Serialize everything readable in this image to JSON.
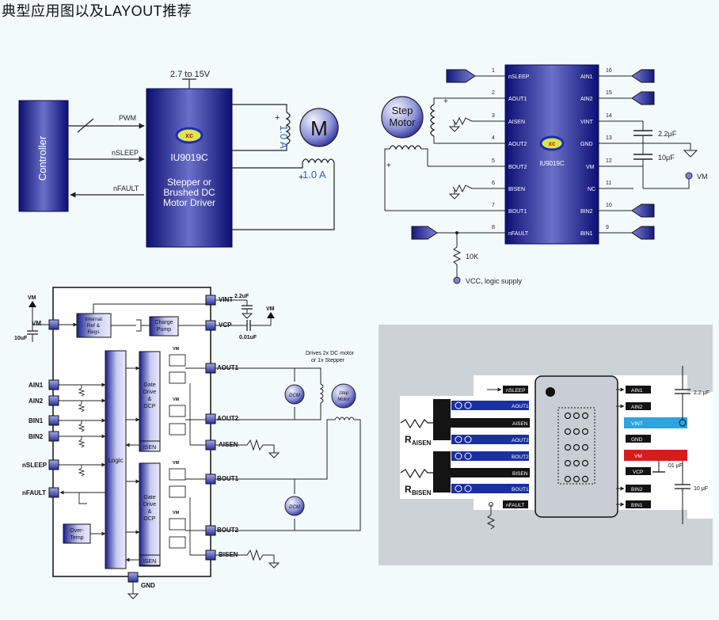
{
  "page": {
    "title": "典型应用图以及LAYOUT推荐"
  },
  "block_diagram": {
    "controller": "Controller",
    "supply": "2.7 to 15V",
    "signals": [
      "PWM",
      "nSLEEP",
      "nFAULT"
    ],
    "logo": "xc",
    "chip_name": "IU9019C",
    "chip_desc": [
      "Stepper or",
      "Brushed DC",
      "Motor Driver"
    ],
    "motor": "M",
    "current_label": "1.0 A"
  },
  "app_circuit": {
    "chip_name": "IU9019C",
    "logo": "xc",
    "motor": [
      "Step",
      "Motor"
    ],
    "left_pins": [
      {
        "num": "1",
        "name": "nSLEEP"
      },
      {
        "num": "2",
        "name": "AOUT1"
      },
      {
        "num": "3",
        "name": "AISEN"
      },
      {
        "num": "4",
        "name": "AOUT2"
      },
      {
        "num": "5",
        "name": "BOUT2"
      },
      {
        "num": "6",
        "name": "BISEN"
      },
      {
        "num": "7",
        "name": "BOUT1"
      },
      {
        "num": "8",
        "name": "nFAULT"
      }
    ],
    "right_pins": [
      {
        "num": "16",
        "name": "AIN1"
      },
      {
        "num": "15",
        "name": "AIN2"
      },
      {
        "num": "14",
        "name": "VINT"
      },
      {
        "num": "13",
        "name": "GND"
      },
      {
        "num": "12",
        "name": "VM"
      },
      {
        "num": "11",
        "name": "NC"
      },
      {
        "num": "10",
        "name": "BIN2"
      },
      {
        "num": "9",
        "name": "BIN1"
      }
    ],
    "cap1": "2.2μF",
    "cap2": "10μF",
    "vm": "VM",
    "resistor": "10K",
    "vcc": "VCC, logic supply"
  },
  "internal_block": {
    "left_pins": [
      "VM",
      "AIN1",
      "AIN2",
      "BIN1",
      "BIN2",
      "nSLEEP",
      "nFAULT"
    ],
    "right_pins": [
      "VINT",
      "VCP",
      "AOUT1",
      "AOUT2",
      "AISEN",
      "BOUT1",
      "BOUT2",
      "BISEN"
    ],
    "bottom_pin": "GND",
    "vm_top": "VM",
    "cap_vm": "10uF",
    "cap_vint": "2.2uF",
    "cap_vcp": "0.01uF",
    "vm_right": "VM",
    "ref_regs": [
      "Internal",
      "Ref &",
      "Regs"
    ],
    "charge_pump": [
      "Charge",
      "Pump"
    ],
    "logic": "Logic",
    "gate": [
      "Gate",
      "Drive",
      "&",
      "OCP"
    ],
    "isen": "ISEN",
    "overtemp": [
      "Over-",
      "Temp"
    ],
    "vm_small": "VM",
    "note": [
      "Drives 2x DC motor",
      "or 1x Stepper"
    ],
    "dcm": "DCM",
    "step_motor": [
      "Step",
      "Motor"
    ]
  },
  "layout": {
    "left_pins": [
      "nSLEEP",
      "AOUT1",
      "AISEN",
      "AOUT2",
      "BOUT2",
      "BISEN",
      "BOUT1",
      "nFAULT"
    ],
    "right_pins": [
      "AIN1",
      "AIN2",
      "VINT",
      "GND",
      "VM",
      "VCP",
      "BIN2",
      "BIN1"
    ],
    "r_aisen": [
      "R",
      "AISEN"
    ],
    "r_bisen": [
      "R",
      "BISEN"
    ],
    "cap_top": "2.2 μF",
    "cap_mid": ".01 μF",
    "cap_bottom": "10 μF"
  }
}
